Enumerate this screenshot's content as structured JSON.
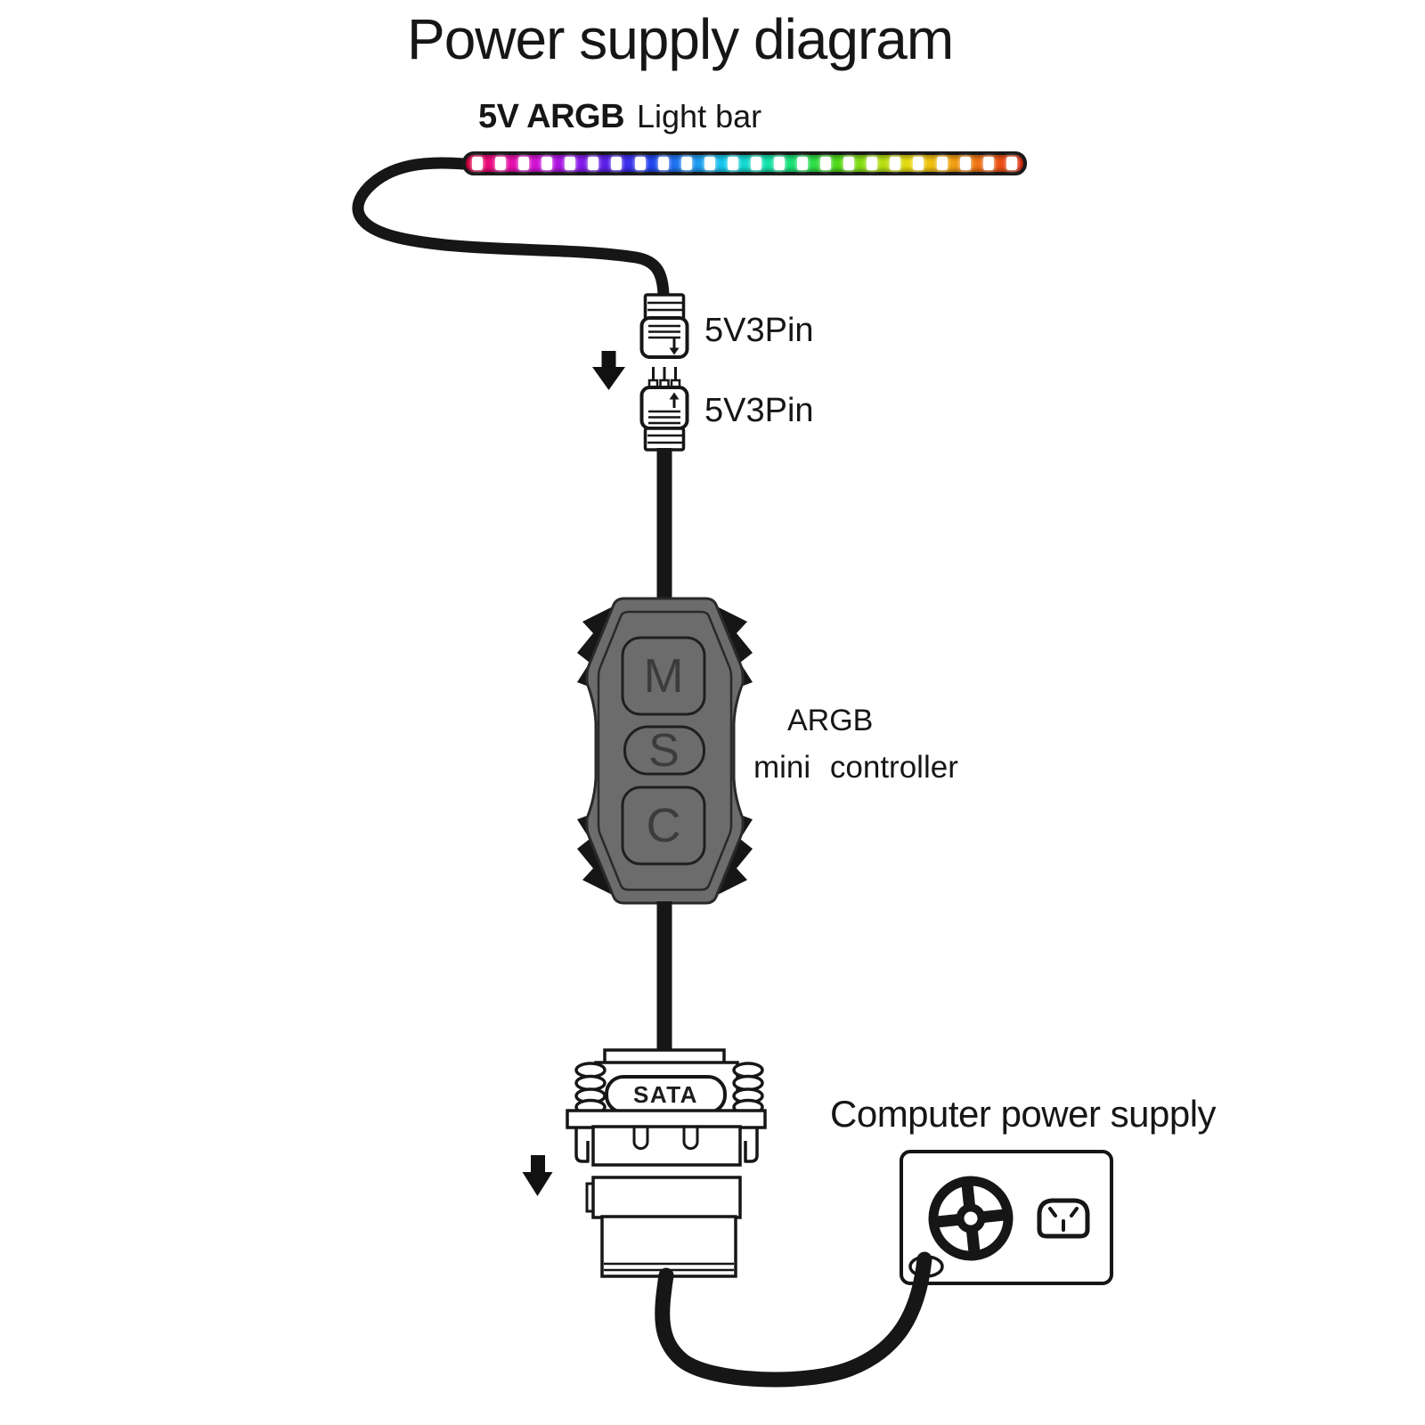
{
  "title": "Power supply diagram",
  "light_bar": {
    "label_bold": "5V ARGB",
    "label": "Light bar",
    "led_count": 24,
    "colors": [
      "#e60040",
      "#ee0f9e",
      "#cf13dd",
      "#8c1aeb",
      "#4a22e8",
      "#2046f0",
      "#1e8cf2",
      "#15cdec",
      "#12e2b4",
      "#1ddf63",
      "#4ed816",
      "#a6e012",
      "#eed90f",
      "#f2a60f",
      "#f06414",
      "#e63214"
    ]
  },
  "connectors": {
    "top_label": "5V3Pin",
    "bottom_label": "5V3Pin"
  },
  "controller": {
    "line1": "ARGB",
    "line2": "mini controller",
    "buttons": [
      "M",
      "S",
      "C"
    ]
  },
  "sata_label": "SATA",
  "power_supply_label": "Computer power supply",
  "palette": {
    "ink": "#161616",
    "outline": "#2a2a2a",
    "controller_body": "#6c6c6c",
    "button_letter": "#3c3c3c",
    "background": "#ffffff"
  }
}
